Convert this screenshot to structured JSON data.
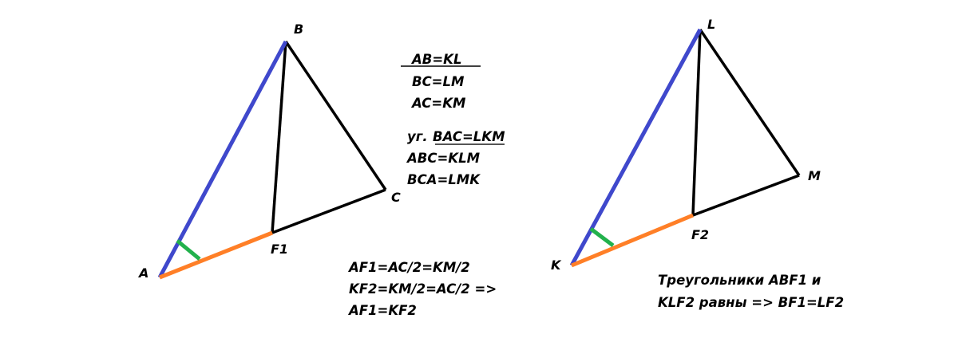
{
  "colors": {
    "side": "#3f48cc",
    "half_base": "#ff7f27",
    "tick": "#22b14c",
    "line": "#000000"
  },
  "triangle1": {
    "labels": {
      "A": "A",
      "B": "B",
      "C": "C",
      "F": "F1"
    }
  },
  "triangle2": {
    "labels": {
      "K": "K",
      "L": "L",
      "M": "M",
      "F": "F2"
    }
  },
  "equalities": [
    "AB=KL",
    "BC=LM",
    "AC=KM"
  ],
  "angles": {
    "prefix": "уг.",
    "items": [
      "BAC=LKM",
      "ABC=KLM",
      "BCA=LMK"
    ]
  },
  "proof": [
    "AF1=AC/2=KM/2",
    "KF2=KM/2=AC/2 =>",
    "AF1=KF2"
  ],
  "conclusion": [
    "Треугольники ABF1 и",
    "KLF2 равны => BF1=LF2"
  ]
}
